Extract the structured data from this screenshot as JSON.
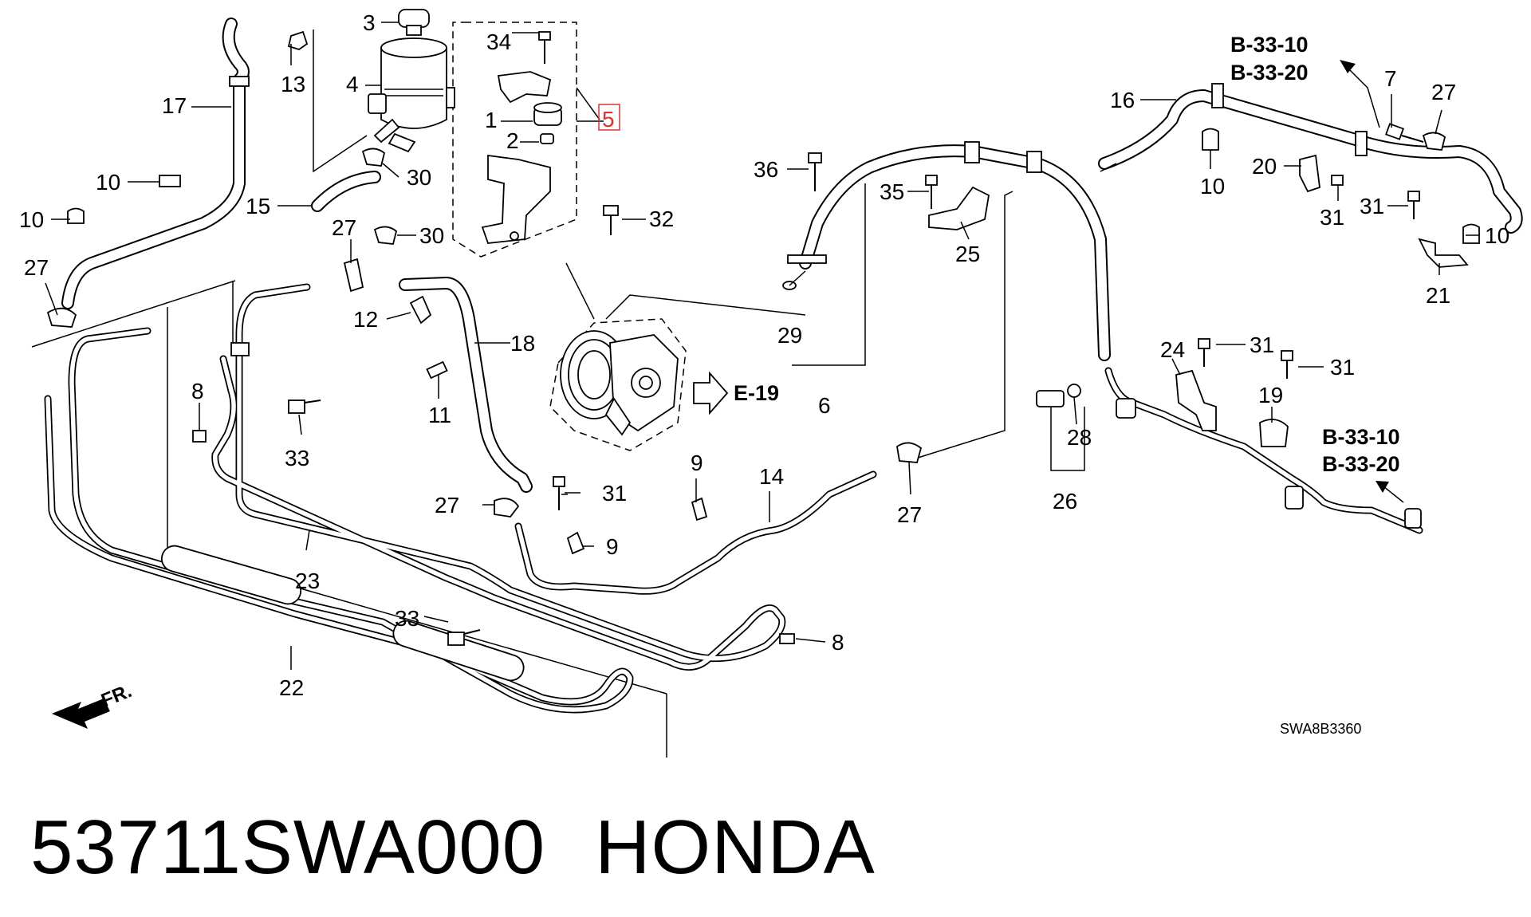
{
  "diagram": {
    "callouts": {
      "c1": "1",
      "c2": "2",
      "c3": "3",
      "c4": "4",
      "c5": "5",
      "c6": "6",
      "c8a": "8",
      "c8b": "8",
      "c9a": "9",
      "c9b": "9",
      "c10a": "10",
      "c10b": "10",
      "c10c": "10",
      "c10d": "10",
      "c11": "11",
      "c12": "12",
      "c13": "13",
      "c14": "14",
      "c15": "15",
      "c16": "16",
      "c17": "17",
      "c18": "18",
      "c19": "19",
      "c20": "20",
      "c21": "21",
      "c22": "22",
      "c23": "23",
      "c24": "24",
      "c25": "25",
      "c26": "26",
      "c27a": "27",
      "c27b": "27",
      "c27c": "27",
      "c27d": "27",
      "c27e": "27",
      "c28": "28",
      "c29": "29",
      "c30a": "30",
      "c30b": "30",
      "c31a": "31",
      "c31b": "31",
      "c31c": "31",
      "c31d": "31",
      "c31e": "31",
      "c32": "32",
      "c33a": "33",
      "c33b": "33",
      "c34": "34",
      "c35": "35",
      "c36": "36",
      "c7": "7"
    },
    "references": {
      "e19": "E-19",
      "b_top_1": "B-33-10",
      "b_top_2": "B-33-20",
      "b_right_1": "B-33-10",
      "b_right_2": "B-33-20"
    },
    "front_indicator": "FR.",
    "drawing_code": "SWA8B3360",
    "highlight_color": "#e03030"
  },
  "footer": {
    "part_number": "53711SWA000",
    "brand": "HONDA"
  }
}
